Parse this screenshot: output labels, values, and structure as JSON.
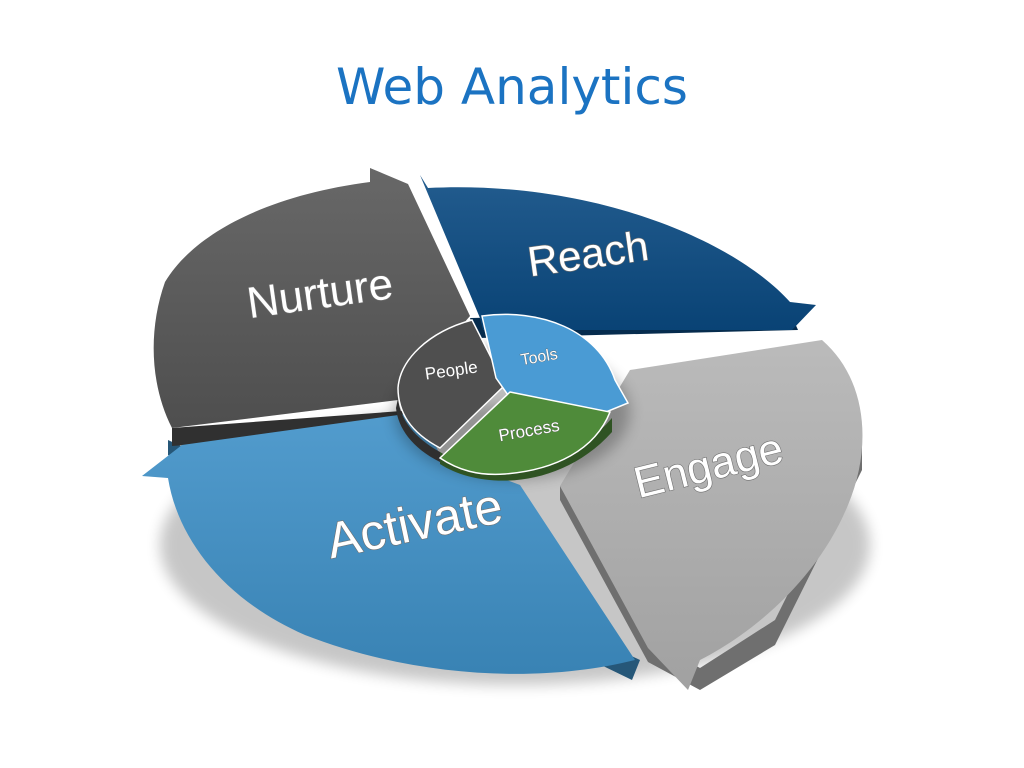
{
  "title": "Web Analytics",
  "colors": {
    "title": "#1b73c2",
    "reach": "#0a4a82",
    "engage": "#b3b3b3",
    "activate": "#3f91c8",
    "nurture": "#575757",
    "tools": "#4a9bd4",
    "process": "#4f8b3a",
    "people": "#4f4f4f"
  },
  "outer_cycle": [
    {
      "key": "reach",
      "label": "Reach"
    },
    {
      "key": "engage",
      "label": "Engage"
    },
    {
      "key": "activate",
      "label": "Activate"
    },
    {
      "key": "nurture",
      "label": "Nurture"
    }
  ],
  "hub": [
    {
      "key": "tools",
      "label": "Tools"
    },
    {
      "key": "process",
      "label": "Process"
    },
    {
      "key": "people",
      "label": "People"
    }
  ]
}
